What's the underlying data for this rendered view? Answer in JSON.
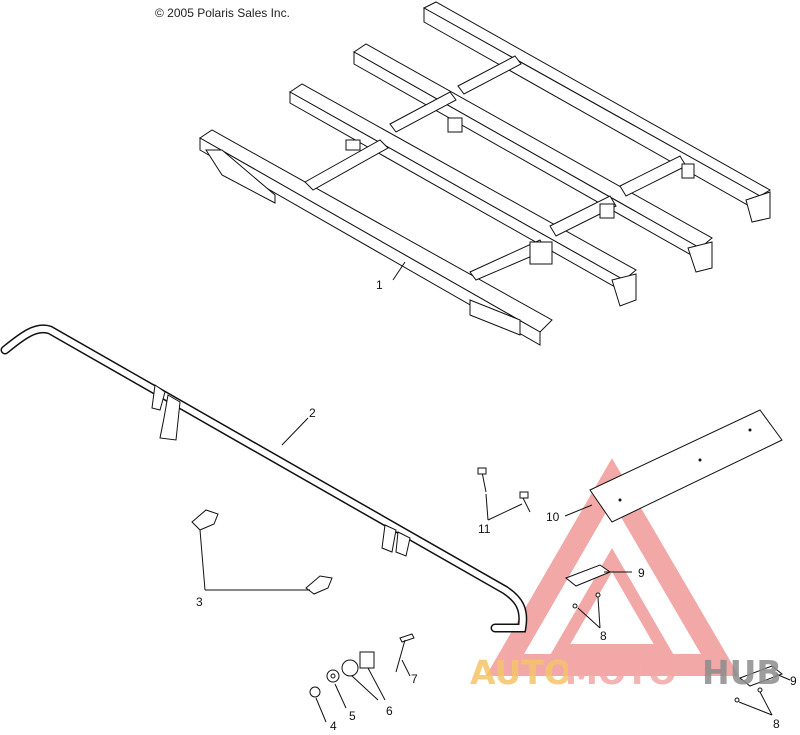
{
  "copyright": "© 2005 Polaris Sales Inc.",
  "callouts": {
    "c1": "1",
    "c2": "2",
    "c3": "3",
    "c4": "4",
    "c5": "5",
    "c6": "6",
    "c7": "7",
    "c8a": "8",
    "c8b": "8",
    "c9a": "9",
    "c9b": "9",
    "c10": "10",
    "c11": "11"
  },
  "watermark": {
    "auto": "AUTO",
    "moto": "MOTO",
    "hub": "HUB",
    "colors": {
      "triangle": "#f08c8c",
      "auto": "#f5c469",
      "moto": "#f4a7a7",
      "hub": "#8c8c8c"
    }
  }
}
